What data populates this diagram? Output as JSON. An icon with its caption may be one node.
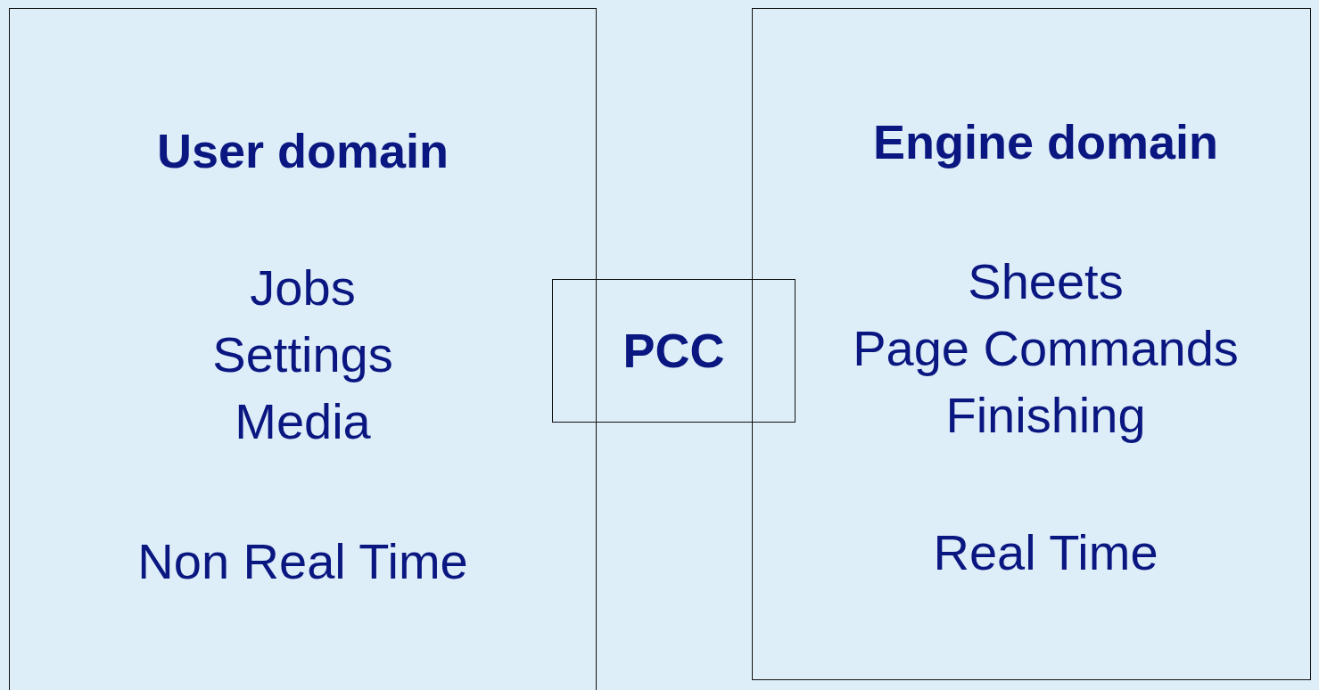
{
  "diagram": {
    "nodes": [
      {
        "text": [
          "User domain",
          "Jobs",
          "Settings",
          "Media",
          "Non Real Time"
        ]
      },
      {
        "text": [
          "Engine domain",
          "Sheets",
          "Page Commands",
          "Finishing",
          "Real Time"
        ]
      },
      {
        "text": [
          "PCC"
        ]
      }
    ]
  }
}
